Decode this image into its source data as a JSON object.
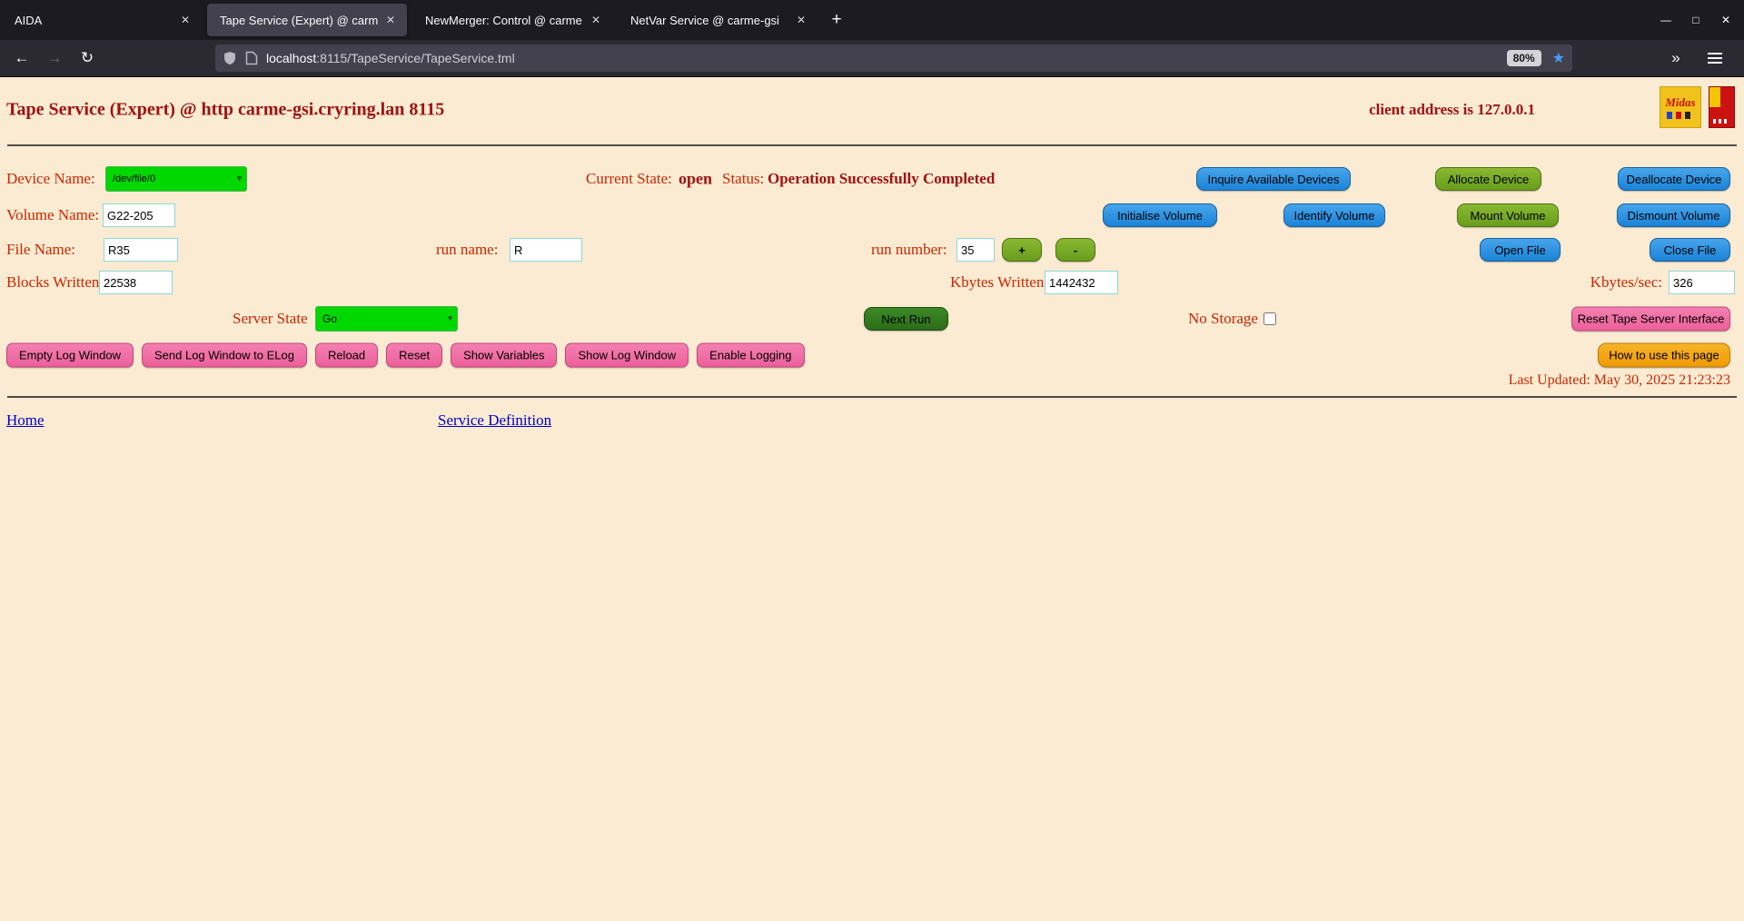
{
  "browser": {
    "icons": {
      "back": "←",
      "forward": "→",
      "reload": "↻",
      "overflow": "»",
      "close": "✕",
      "minimize": "—",
      "maximize": "□",
      "new_tab": "+",
      "star": "★",
      "select_arrow": "▾"
    },
    "tabs": [
      {
        "label": "AIDA"
      },
      {
        "label": "Tape Service (Expert) @ carm"
      },
      {
        "label": "NewMerger: Control @ carme"
      },
      {
        "label": "NetVar Service @ carme-gsi"
      }
    ],
    "urlbar": {
      "domain": "localhost",
      "path": ":8115/TapeService/TapeService.tml",
      "zoom": "80%"
    }
  },
  "page": {
    "title": "Tape Service (Expert) @ http carme-gsi.cryring.lan 8115",
    "client_address": "client address is 127.0.0.1",
    "logos": {
      "midas": "Midas"
    },
    "device": {
      "label": "Device Name:",
      "value": "/dev/file/0"
    },
    "state": {
      "label": "Current State:",
      "value": "open"
    },
    "status": {
      "label": "Status:",
      "value": "Operation Successfully Completed"
    },
    "volume": {
      "label": "Volume Name:",
      "value": "G22-205"
    },
    "file": {
      "label": "File Name:",
      "value": "R35"
    },
    "run_name": {
      "label": "run name:",
      "value": "R"
    },
    "run_number": {
      "label": "run number:",
      "value": "35"
    },
    "blocks": {
      "label": "Blocks Written:",
      "value": "22538"
    },
    "kbytes": {
      "label": "Kbytes Written:",
      "value": "1442432"
    },
    "rate": {
      "label": "Kbytes/sec:",
      "value": "326"
    },
    "server_state": {
      "label": "Server State",
      "value": "Go"
    },
    "no_storage_label": "No Storage",
    "buttons": {
      "inquire": "Inquire Available Devices",
      "allocate": "Allocate Device",
      "deallocate": "Deallocate Device",
      "initialise": "Initialise Volume",
      "identify": "Identify Volume",
      "mount": "Mount Volume",
      "dismount": "Dismount Volume",
      "open_file": "Open File",
      "close_file": "Close File",
      "plus": "+",
      "minus": "-",
      "next_run": "Next Run",
      "reset_interface": "Reset Tape Server Interface",
      "help": "How to use this page"
    },
    "log_buttons": [
      "Empty Log Window",
      "Send Log Window to ELog",
      "Reload",
      "Reset",
      "Show Variables",
      "Show Log Window",
      "Enable Logging"
    ],
    "last_updated": "Last Updated: May 30, 2025 21:23:23",
    "links": {
      "home": "Home",
      "service_definition": "Service Definition"
    }
  }
}
